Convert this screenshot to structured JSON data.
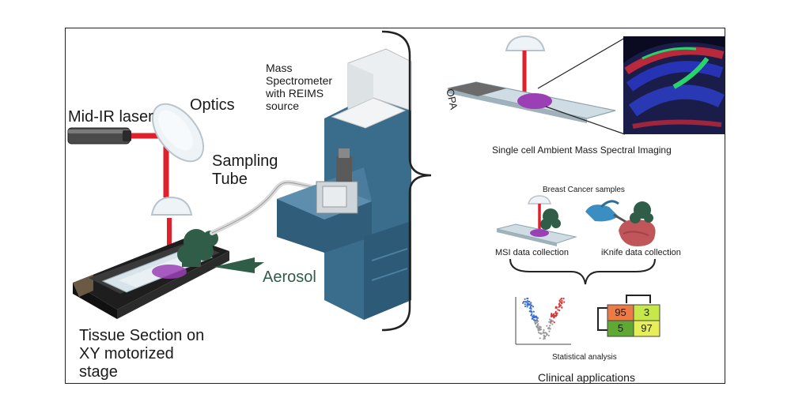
{
  "left_panel": {
    "laser_label": "Mid-IR laser",
    "optics_label": "Optics",
    "mass_spec_label": [
      "Mass",
      "Spectrometer",
      "with REIMS",
      "source"
    ],
    "sampling_tube_label": [
      "Sampling",
      "Tube"
    ],
    "aerosol_label": "Aerosol",
    "stage_label": [
      "Tissue Section on",
      "XY motorized",
      "stage"
    ]
  },
  "right_panel": {
    "slide_label": "OPA",
    "imaging_caption": "Single cell Ambient Mass Spectral Imaging",
    "breast_cancer_label": "Breast Cancer samples",
    "msi_label": "MSI data collection",
    "iknife_label": "iKnife data collection",
    "stats_label": "Statistical analysis",
    "clinical_label": "Clinical applications",
    "confusion_matrix": [
      [
        "95",
        "3"
      ],
      [
        "5",
        "97"
      ]
    ]
  },
  "colors": {
    "laser": "#e0202a",
    "tissue": "#9b3fb5",
    "aerosol": "#2f5d47",
    "instrument": "#3a6c8c",
    "cm_red": "#ee7a45",
    "cm_lime": "#c6e84a",
    "cm_green": "#5fa833",
    "cm_yellow": "#e6ef5a"
  }
}
